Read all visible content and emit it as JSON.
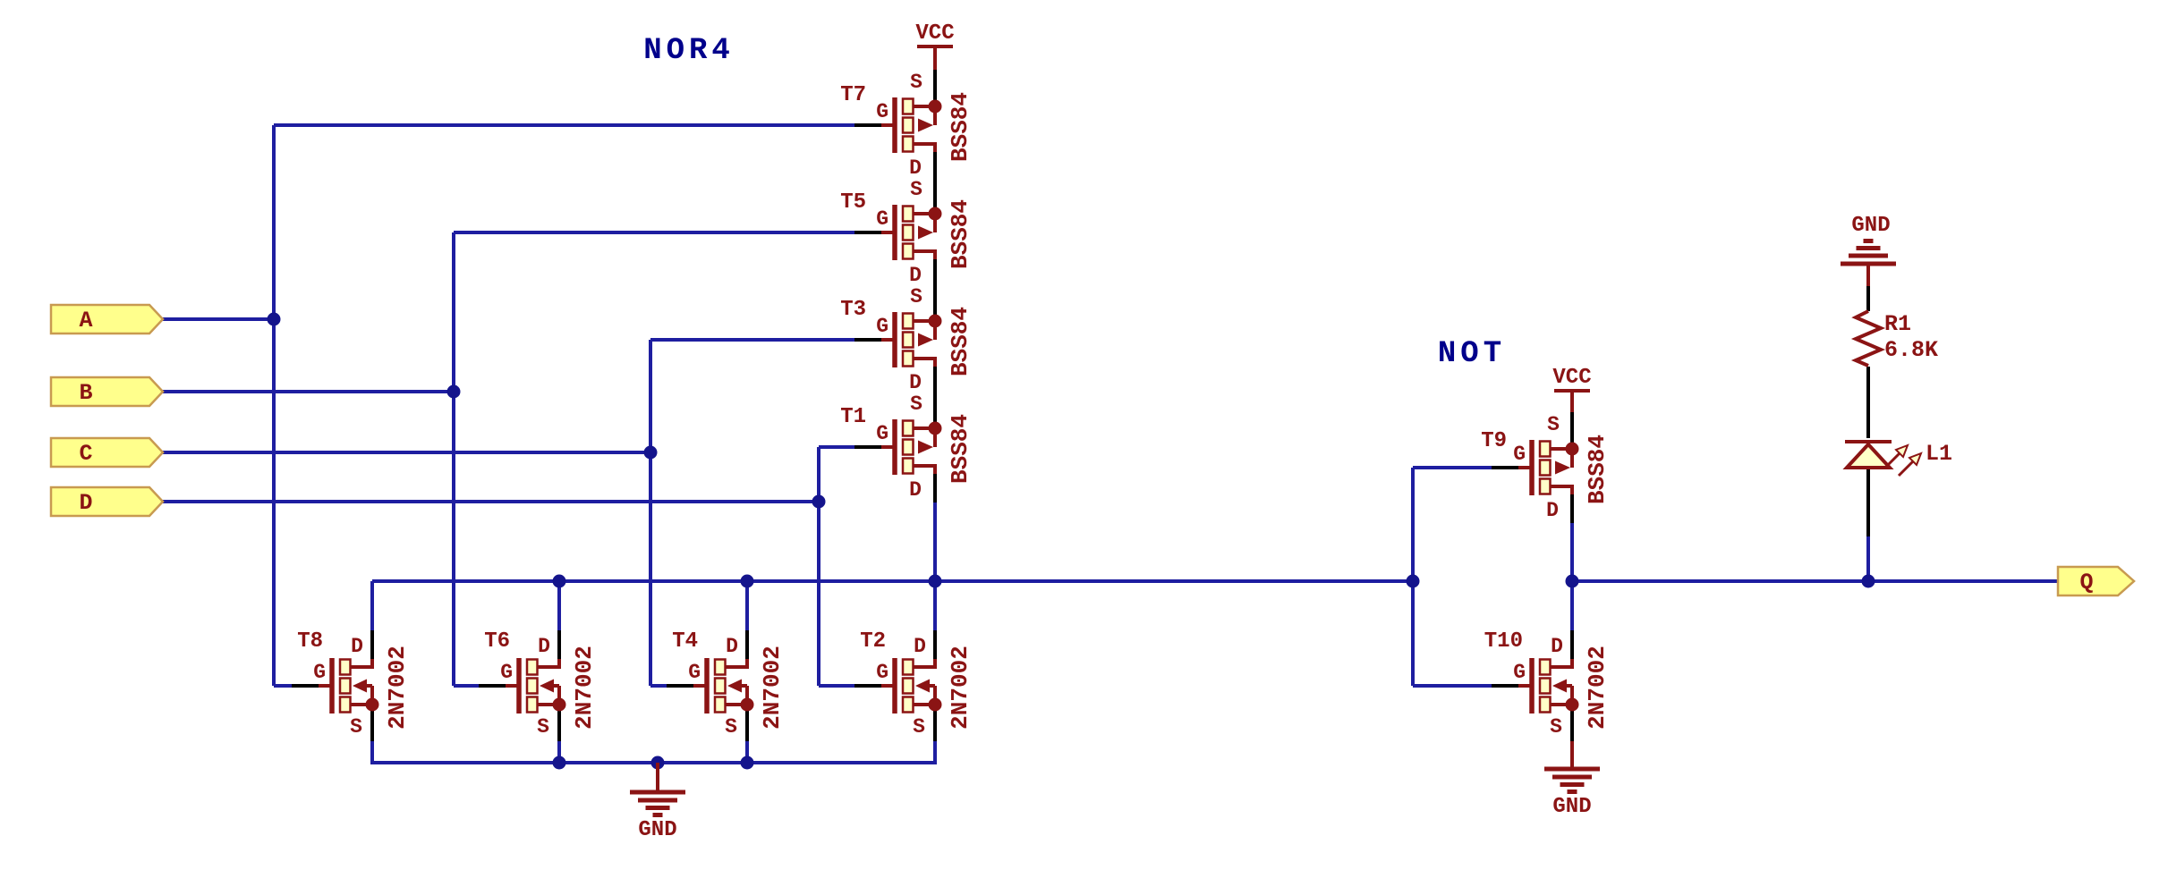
{
  "titles": {
    "nor4": "NOR4",
    "not": "NOT"
  },
  "inputs": [
    {
      "label": "A"
    },
    {
      "label": "B"
    },
    {
      "label": "C"
    },
    {
      "label": "D"
    }
  ],
  "output": {
    "label": "Q"
  },
  "power": {
    "vcc_label": "VCC",
    "gnd_label": "GND"
  },
  "transistors": [
    {
      "name": "T7",
      "part": "BSS84",
      "type": "PMOS",
      "pins": {
        "top": "S",
        "bottom": "D",
        "gate": "G"
      }
    },
    {
      "name": "T5",
      "part": "BSS84",
      "type": "PMOS",
      "pins": {
        "top": "S",
        "bottom": "D",
        "gate": "G"
      }
    },
    {
      "name": "T3",
      "part": "BSS84",
      "type": "PMOS",
      "pins": {
        "top": "S",
        "bottom": "D",
        "gate": "G"
      }
    },
    {
      "name": "T1",
      "part": "BSS84",
      "type": "PMOS",
      "pins": {
        "top": "S",
        "bottom": "D",
        "gate": "G"
      }
    },
    {
      "name": "T8",
      "part": "2N7002",
      "type": "NMOS",
      "pins": {
        "top": "D",
        "bottom": "S",
        "gate": "G"
      }
    },
    {
      "name": "T6",
      "part": "2N7002",
      "type": "NMOS",
      "pins": {
        "top": "D",
        "bottom": "S",
        "gate": "G"
      }
    },
    {
      "name": "T4",
      "part": "2N7002",
      "type": "NMOS",
      "pins": {
        "top": "D",
        "bottom": "S",
        "gate": "G"
      }
    },
    {
      "name": "T2",
      "part": "2N7002",
      "type": "NMOS",
      "pins": {
        "top": "D",
        "bottom": "S",
        "gate": "G"
      }
    },
    {
      "name": "T9",
      "part": "BSS84",
      "type": "PMOS",
      "pins": {
        "top": "S",
        "bottom": "D",
        "gate": "G"
      }
    },
    {
      "name": "T10",
      "part": "2N7002",
      "type": "NMOS",
      "pins": {
        "top": "D",
        "bottom": "S",
        "gate": "G"
      }
    }
  ],
  "resistor": {
    "name": "R1",
    "value": "6.8K"
  },
  "led": {
    "name": "L1"
  },
  "colors": {
    "wire": "#1E1EA0",
    "junction": "#14148C",
    "symbol": "#8B1414",
    "symbolFill": "#FFFFC8",
    "flagFill": "#FFFF8C",
    "flagStroke": "#C89A50",
    "title": "#00008B",
    "pin": "#000000",
    "background": "#FFFFFF"
  }
}
